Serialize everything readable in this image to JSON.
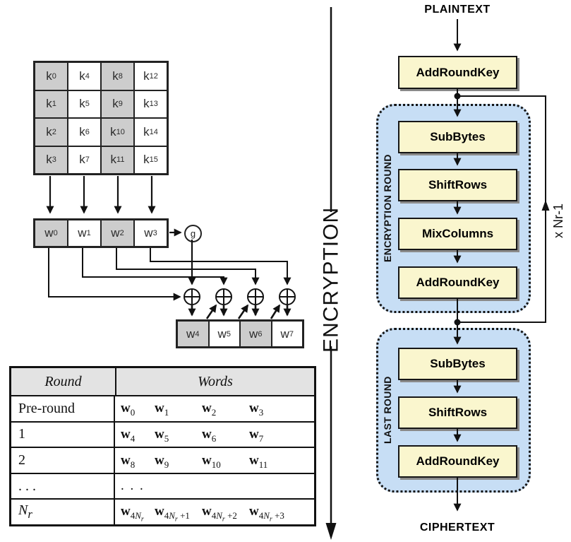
{
  "left_diagram": {
    "key_matrix": {
      "rows": [
        [
          {
            "b": "k",
            "s": "0",
            "shaded": true
          },
          {
            "b": "k",
            "s": "4",
            "shaded": false
          },
          {
            "b": "k",
            "s": "8",
            "shaded": true
          },
          {
            "b": "k",
            "s": "12",
            "shaded": false
          }
        ],
        [
          {
            "b": "k",
            "s": "1",
            "shaded": true
          },
          {
            "b": "k",
            "s": "5",
            "shaded": false
          },
          {
            "b": "k",
            "s": "9",
            "shaded": true
          },
          {
            "b": "k",
            "s": "13",
            "shaded": false
          }
        ],
        [
          {
            "b": "k",
            "s": "2",
            "shaded": true
          },
          {
            "b": "k",
            "s": "6",
            "shaded": false
          },
          {
            "b": "k",
            "s": "10",
            "shaded": true
          },
          {
            "b": "k",
            "s": "14",
            "shaded": false
          }
        ],
        [
          {
            "b": "k",
            "s": "3",
            "shaded": true
          },
          {
            "b": "k",
            "s": "7",
            "shaded": false
          },
          {
            "b": "k",
            "s": "11",
            "shaded": true
          },
          {
            "b": "k",
            "s": "15",
            "shaded": false
          }
        ]
      ]
    },
    "w_row_top": [
      {
        "b": "w",
        "s": "0",
        "shaded": true
      },
      {
        "b": "w",
        "s": "1",
        "shaded": false
      },
      {
        "b": "w",
        "s": "2",
        "shaded": true
      },
      {
        "b": "w",
        "s": "3",
        "shaded": false
      }
    ],
    "g_label": "g",
    "w_row_bottom": [
      {
        "b": "w",
        "s": "4",
        "shaded": true
      },
      {
        "b": "w",
        "s": "5",
        "shaded": false
      },
      {
        "b": "w",
        "s": "6",
        "shaded": true
      },
      {
        "b": "w",
        "s": "7",
        "shaded": false
      }
    ]
  },
  "round_table": {
    "headers": [
      "Round",
      "Words"
    ],
    "rows": [
      {
        "round": "Pre-round",
        "words": [
          {
            "b": "w",
            "s": "0"
          },
          {
            "b": "w",
            "s": "1"
          },
          {
            "b": "w",
            "s": "2"
          },
          {
            "b": "w",
            "s": "3"
          }
        ]
      },
      {
        "round": "1",
        "words": [
          {
            "b": "w",
            "s": "4"
          },
          {
            "b": "w",
            "s": "5"
          },
          {
            "b": "w",
            "s": "6"
          },
          {
            "b": "w",
            "s": "7"
          }
        ]
      },
      {
        "round": "2",
        "words": [
          {
            "b": "w",
            "s": "8"
          },
          {
            "b": "w",
            "s": "9"
          },
          {
            "b": "w",
            "s": "10"
          },
          {
            "b": "w",
            "s": "11"
          }
        ]
      },
      {
        "round": ". . .",
        "words": [
          {
            "t": ". . ."
          }
        ]
      },
      {
        "round": "N_r",
        "words": [
          {
            "b": "w",
            "s": "4N_r"
          },
          {
            "b": "w",
            "s": "4N_r +1"
          },
          {
            "b": "w",
            "s": "4N_r +2"
          },
          {
            "b": "w",
            "s": "4N_r +3"
          }
        ]
      }
    ]
  },
  "divider": {
    "label": "ENCRYPTION"
  },
  "flowchart": {
    "input_label": "PLAINTEXT",
    "pre_round_box": "AddRoundKey",
    "loop_label": "x Nr-1",
    "encryption_round": {
      "label": "ENCRYPTION ROUND",
      "boxes": [
        "SubBytes",
        "ShiftRows",
        "MixColumns",
        "AddRoundKey"
      ]
    },
    "last_round": {
      "label": "LAST ROUND",
      "boxes": [
        "SubBytes",
        "ShiftRows",
        "AddRoundKey"
      ]
    },
    "output_label": "CIPHERTEXT"
  },
  "colors": {
    "cell_shade": "#cdcdcd",
    "table_header_bg": "#e3e3e3",
    "box_fill": "#faf6ce",
    "box_shadow": "#8a8a8a",
    "round_bg": "#c7def5",
    "line": "#111111"
  }
}
